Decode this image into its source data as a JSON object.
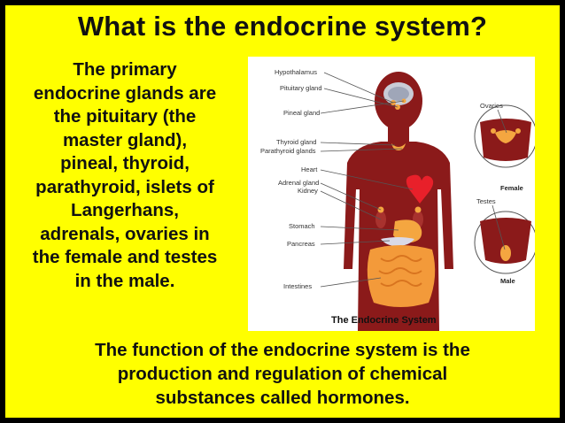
{
  "slide": {
    "title": "What is the endocrine system?",
    "left_text": [
      "The primary",
      "endocrine glands are",
      "the pituitary (the",
      "master gland),",
      "pineal, thyroid,",
      "parathyroid, islets of",
      "Langerhans,",
      "adrenals, ovaries in",
      "the female and testes",
      "in the male."
    ],
    "bottom_text": [
      "The function of the endocrine system is the",
      "production and regulation of chemical",
      "substances called hormones."
    ]
  },
  "figure": {
    "caption": "The Endocrine System",
    "labels": {
      "hypothalamus": "Hypothalamus",
      "pituitary": "Pituitary gland",
      "pineal": "Pineal gland",
      "thyroid": "Thyroid gland",
      "parathyroid": "Parathyroid glands",
      "heart": "Heart",
      "adrenal": "Adrenal gland",
      "kidney": "Kidney",
      "stomach": "Stomach",
      "pancreas": "Pancreas",
      "intestines": "Intestines",
      "ovaries": "Ovaries",
      "female": "Female",
      "testes": "Testes",
      "male": "Male"
    }
  },
  "colors": {
    "background": "#ffff00",
    "frame": "#000000",
    "body": "#8b1a1a",
    "organ": "#f4a640",
    "heart": "#e8202a"
  }
}
